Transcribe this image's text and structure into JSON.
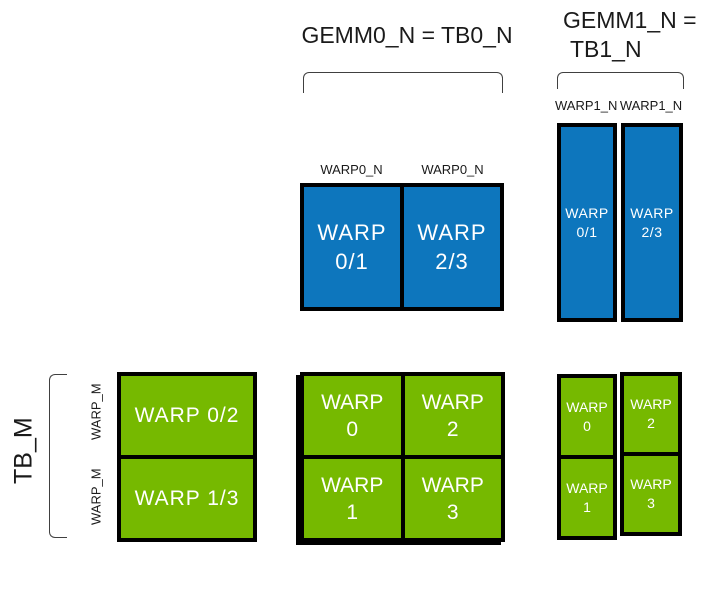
{
  "labels": {
    "gemm0": "GEMM0_N = TB0_N",
    "gemm1_line1": "GEMM1_N =",
    "gemm1_line2": "TB1_N",
    "tb_m": "TB_M",
    "warp_m_top": "WARP_M",
    "warp_m_bottom": "WARP_M",
    "warp0_n_left": "WARP0_N",
    "warp0_n_right": "WARP0_N",
    "warp1_n_left": "WARP1_N",
    "warp1_n_right": "WARP1_N"
  },
  "colors": {
    "blue_fill": "#0D76BD",
    "green_fill": "#76B900",
    "box_border": "#000000",
    "bracket_line": "#404040",
    "label_text": "#1a1a1a",
    "tile_text": "#ffffff"
  },
  "blue_wide": {
    "cells": [
      {
        "line1": "WARP",
        "line2": "0/1"
      },
      {
        "line1": "WARP",
        "line2": "2/3"
      }
    ]
  },
  "blue_tall": {
    "cells": [
      {
        "line1": "WARP",
        "line2": "0/1"
      },
      {
        "line1": "WARP",
        "line2": "2/3"
      }
    ]
  },
  "green_left": {
    "cells": [
      {
        "text": "WARP 0/2"
      },
      {
        "text": "WARP 1/3"
      }
    ]
  },
  "green_center": {
    "cells": [
      {
        "line1": "WARP",
        "line2": "0"
      },
      {
        "line1": "WARP",
        "line2": "2"
      },
      {
        "line1": "WARP",
        "line2": "1"
      },
      {
        "line1": "WARP",
        "line2": "3"
      }
    ]
  },
  "green_right": {
    "cells": [
      {
        "line1": "WARP",
        "line2": "0"
      },
      {
        "line1": "WARP",
        "line2": "2"
      },
      {
        "line1": "WARP",
        "line2": "1"
      },
      {
        "line1": "WARP",
        "line2": "3"
      }
    ]
  }
}
